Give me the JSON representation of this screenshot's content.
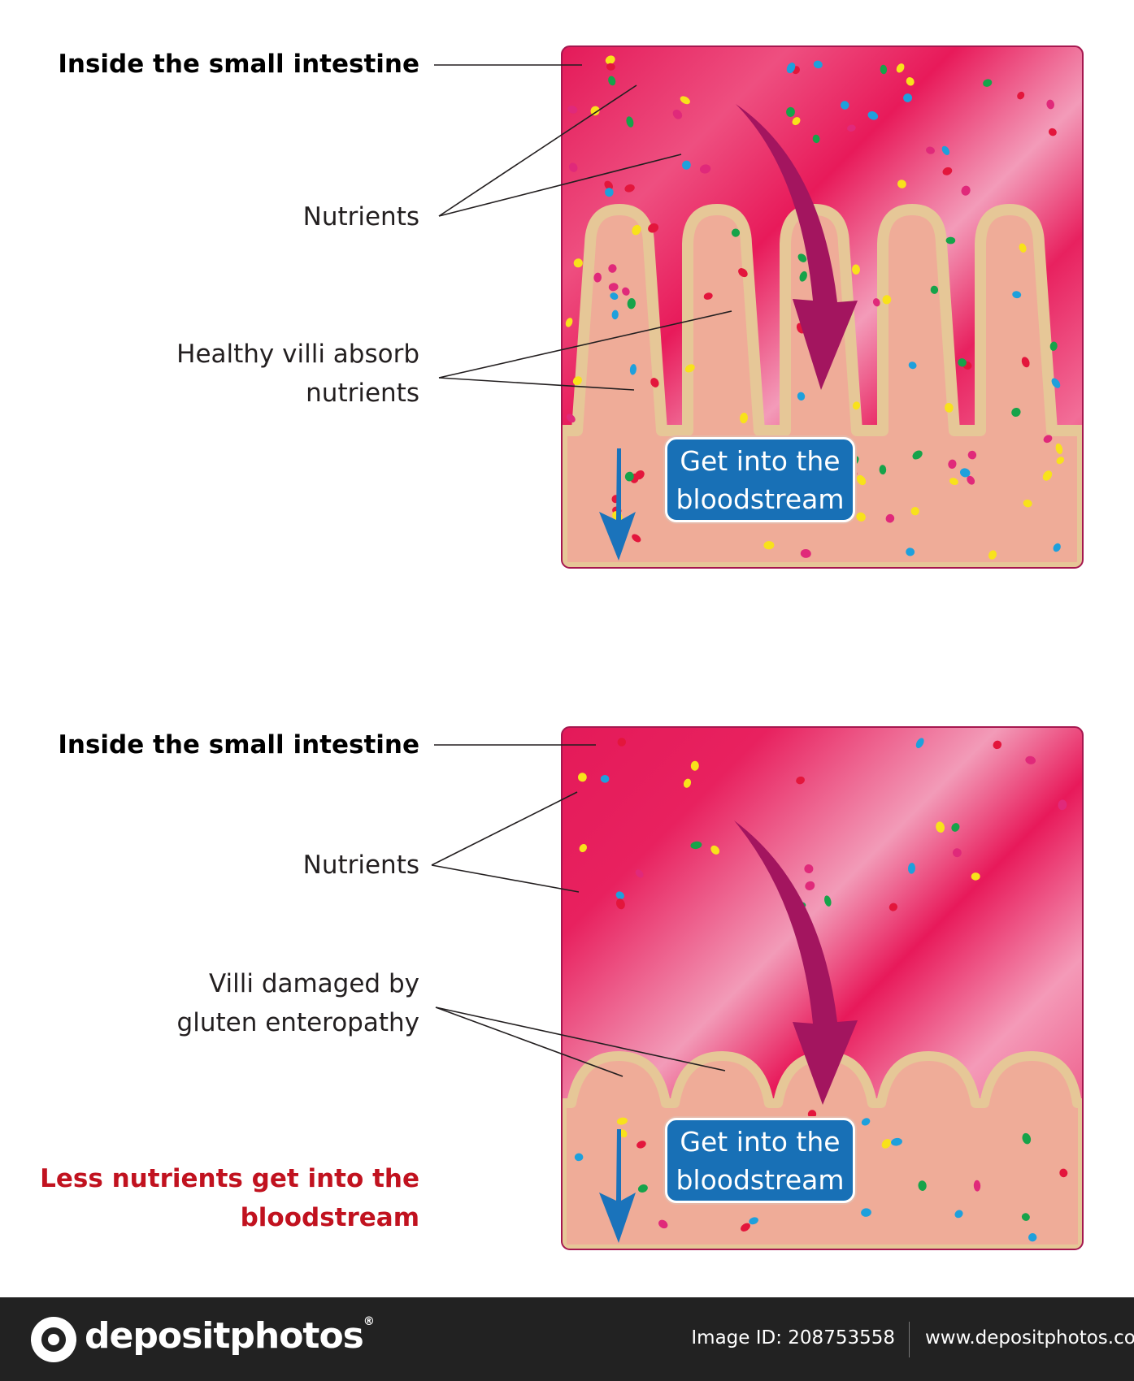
{
  "panels": [
    {
      "id": "healthy",
      "label_location": "Inside the small intestine",
      "label_nutrients": "Nutrients",
      "label_villi": [
        "Healthy villi absorb",
        "nutrients"
      ],
      "blood_box": [
        "Get into the",
        "bloodstream"
      ]
    },
    {
      "id": "damaged",
      "label_location": "Inside the small intestine",
      "label_nutrients": "Nutrients",
      "label_villi": [
        "Villi damaged by",
        "gluten enteropathy"
      ],
      "blood_box": [
        "Get into the",
        "bloodstream"
      ],
      "label_conclusion": [
        "Less nutrients get into the",
        "bloodstream"
      ]
    }
  ],
  "footer": {
    "brand": "depositphotos",
    "brand_mark": "®",
    "image_id": "Image ID: 208753558",
    "site": "www.depositphotos.com"
  },
  "colors": {
    "lumen": "#e8195a",
    "lumen_light": "#f49ab8",
    "villi_wall": "#e8c99a",
    "tissue": "#efac98",
    "purple_arrow": "#a3155f",
    "blue_arrow": "#1a73bb",
    "box_blue": "#1870b6",
    "conclusion_red": "#c1121f"
  },
  "icons": [
    "purple-curved-arrow-icon",
    "blue-down-arrow-icon",
    "nutrient-particle-icon",
    "depositphotos-logo-icon"
  ]
}
